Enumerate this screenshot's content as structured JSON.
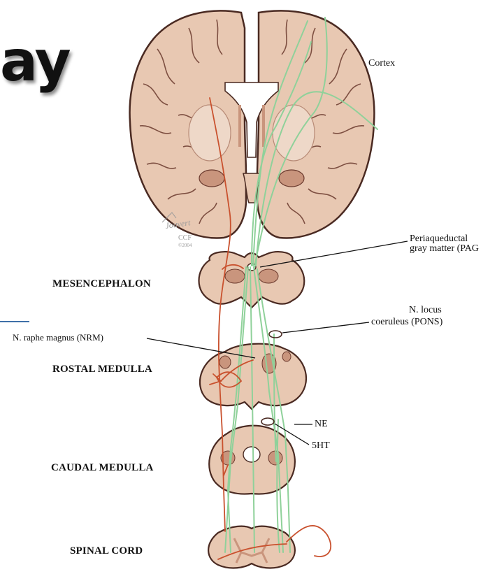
{
  "slide": {
    "title_fragment": "ay"
  },
  "labels": {
    "cortex": "Cortex",
    "pag_line1": "Periaqueductal",
    "pag_line2": "gray matter (PAG",
    "locus_line1": "N. locus",
    "locus_line2": "coeruleus (PONS)",
    "nrm": "N. raphe magnus (NRM)",
    "ne": "NE",
    "ht": "5HT"
  },
  "regions": {
    "mesencephalon": "MESENCEPHALON",
    "rostral_medulla": "ROSTAL MEDULLA",
    "caudal_medulla": "CAUDAL MEDULLA",
    "spinal_cord": "SPINAL CORD"
  },
  "signature": {
    "name": "Jouvert",
    "org": "CCF",
    "year": "©2004"
  },
  "colors": {
    "tissue": "#e8c8b2",
    "tissue_dark": "#c9957d",
    "outline": "#4a2a22",
    "serotonergic_green": "#8fd19a",
    "pain_red": "#c9512e",
    "slide_rule": "#3f6fa8"
  }
}
